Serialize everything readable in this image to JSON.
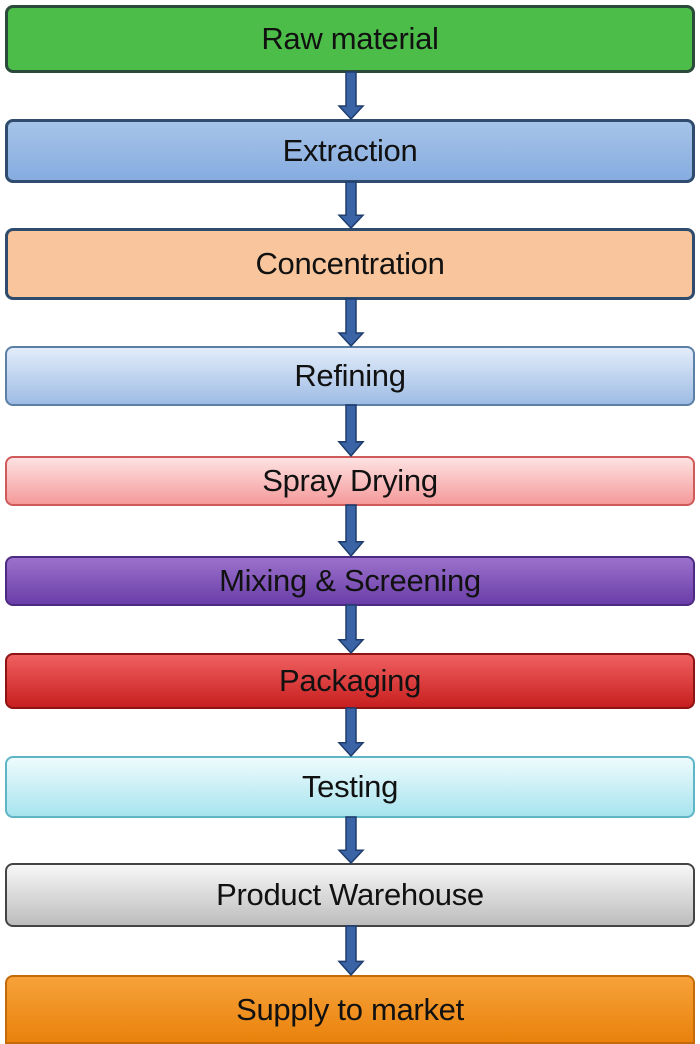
{
  "flowchart": {
    "steps": [
      {
        "label": "Raw material"
      },
      {
        "label": "Extraction"
      },
      {
        "label": "Concentration"
      },
      {
        "label": "Refining"
      },
      {
        "label": "Spray Drying"
      },
      {
        "label": "Mixing & Screening"
      },
      {
        "label": "Packaging"
      },
      {
        "label": "Testing"
      },
      {
        "label": "Product Warehouse"
      },
      {
        "label": "Supply to market"
      }
    ],
    "colors": {
      "raw_material": "#4dbd4a",
      "extraction": "#8fb3e2",
      "concentration": "#f8c59c",
      "refining": "#b8cfee",
      "spray_drying": "#f7b3b3",
      "mixing_screening": "#7a52b8",
      "packaging": "#d92e2e",
      "testing": "#c6eef4",
      "product_warehouse": "#d6d6d6",
      "supply_to_market": "#f0901f",
      "arrow": "#3a64a6"
    }
  }
}
